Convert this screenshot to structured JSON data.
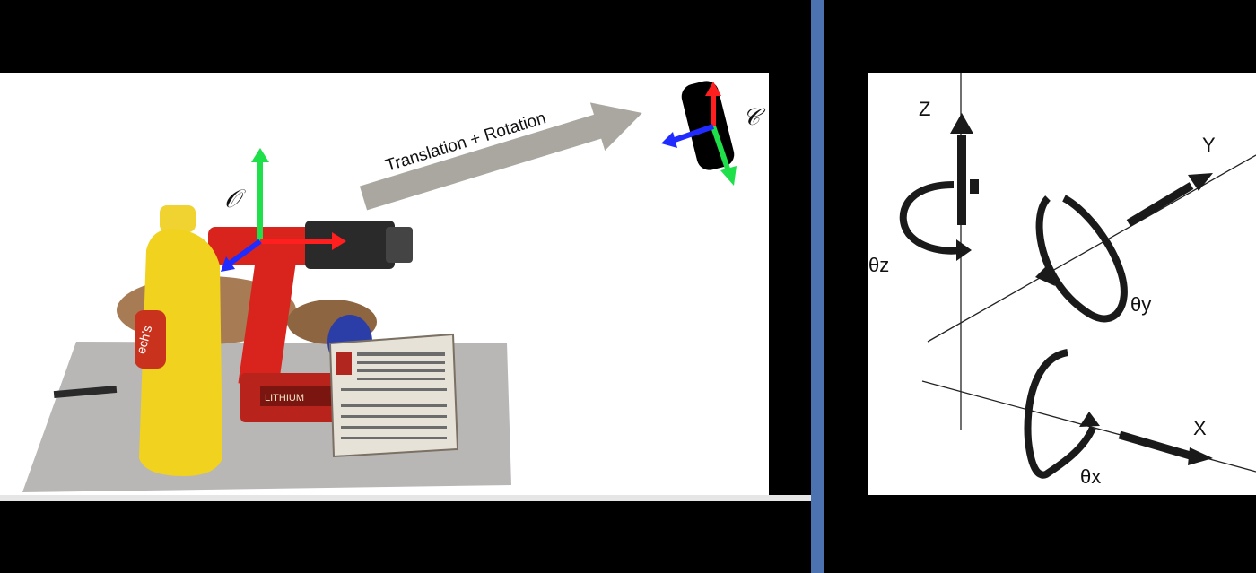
{
  "left_panel": {
    "transform_label": "Translation + Rotation",
    "object_frame_label": "𝒪",
    "camera_frame_label": "𝒞",
    "product_text": "ech's",
    "drill_label": "LITHIUM"
  },
  "right_panel": {
    "axes": {
      "z": "Z",
      "y": "Y",
      "x": "X"
    },
    "rotations": {
      "z": "θz",
      "y": "θy",
      "x": "θx"
    }
  },
  "colors": {
    "divider": "#4c72b0",
    "axis_red": "#ff1f1f",
    "axis_green": "#1fe04a",
    "axis_blue": "#1f2bff",
    "arrow_gray": "#a9a79f"
  }
}
